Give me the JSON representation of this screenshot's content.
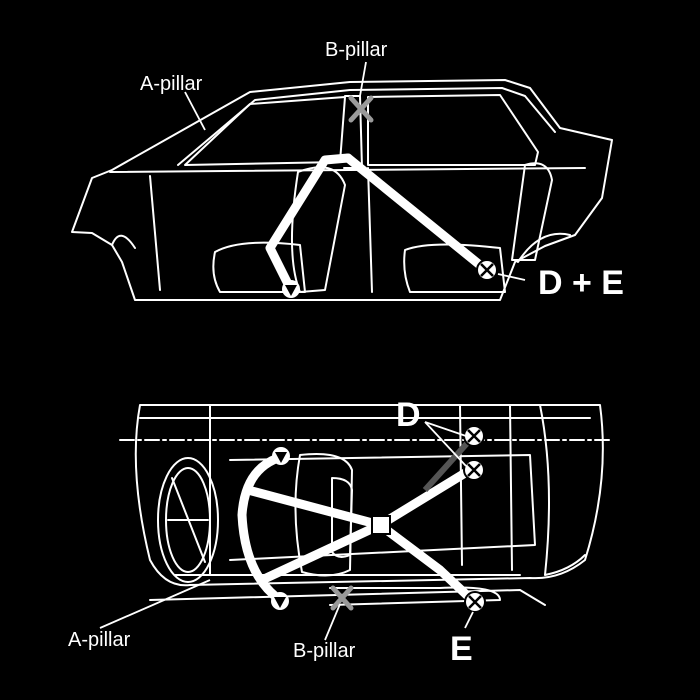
{
  "diagram": {
    "colors": {
      "background": "#000000",
      "line": "#ffffff",
      "cross_marker": "#9a9a9a"
    },
    "side_view": {
      "labels": {
        "b_pillar": "B-pillar",
        "a_pillar": "A-pillar",
        "de": "D + E"
      }
    },
    "top_view": {
      "labels": {
        "d": "D",
        "a_pillar": "A-pillar",
        "b_pillar": "B-pillar",
        "e": "E"
      }
    },
    "icons": [
      "triangle-mount-icon",
      "bolt-mount-icon",
      "cross-mount-icon"
    ]
  }
}
